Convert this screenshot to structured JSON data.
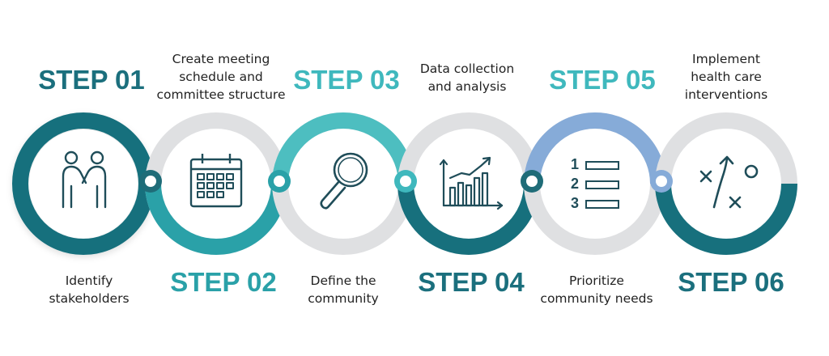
{
  "colors": {
    "dark_teal": "#17707d",
    "mid_teal": "#2aa1a8",
    "light_teal": "#4dbec0",
    "blue": "#86abd8",
    "grey": "#dfe0e2",
    "icon": "#1f4d59"
  },
  "steps": [
    {
      "title": "STEP 01",
      "description": "Identify\nstakeholders",
      "icon": "handshake-icon",
      "title_color": "#1b6f7d"
    },
    {
      "title": "STEP 02",
      "description": "Create meeting\nschedule and\ncommittee structure",
      "icon": "calendar-icon",
      "title_color": "#2aa1a8"
    },
    {
      "title": "STEP 03",
      "description": "Define the\ncommunity",
      "icon": "magnifier-icon",
      "title_color": "#3fb8bd"
    },
    {
      "title": "STEP 04",
      "description": "Data collection\nand analysis",
      "icon": "growth-chart-icon",
      "title_color": "#1b6f7d"
    },
    {
      "title": "STEP 05",
      "description": "Prioritize\ncommunity needs",
      "icon": "numbered-list-icon",
      "title_color": "#3fb8bd"
    },
    {
      "title": "STEP 06",
      "description": "Implement\nhealth care\ninterventions",
      "icon": "strategy-plan-icon",
      "title_color": "#1b6f7d"
    }
  ]
}
